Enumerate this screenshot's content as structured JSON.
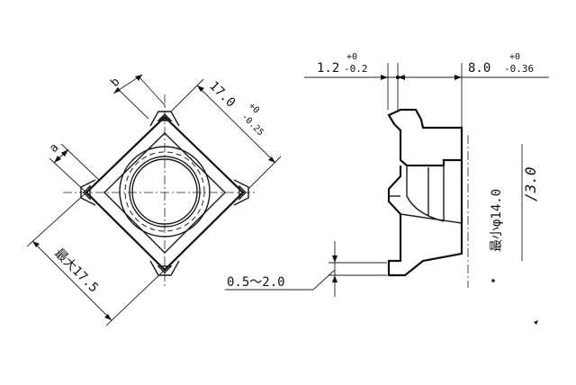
{
  "dim_b": "b",
  "dim_a": "a",
  "dim_17_0": "17.0",
  "tol_17_upper": "+0",
  "tol_17_lower": "-0.25",
  "dim_max_label": "最大17.5",
  "dim_1_2": "1.2",
  "tol_1_2_upper": "+0",
  "tol_1_2_lower": "-0.2",
  "dim_8_0": "8.0",
  "tol_8_0_upper": "+0",
  "tol_8_0_lower": "-0.36",
  "dim_projection": "0.5〜2.0",
  "dim_min_dia": "最小φ14.0",
  "dim_13_0": "/3.0"
}
